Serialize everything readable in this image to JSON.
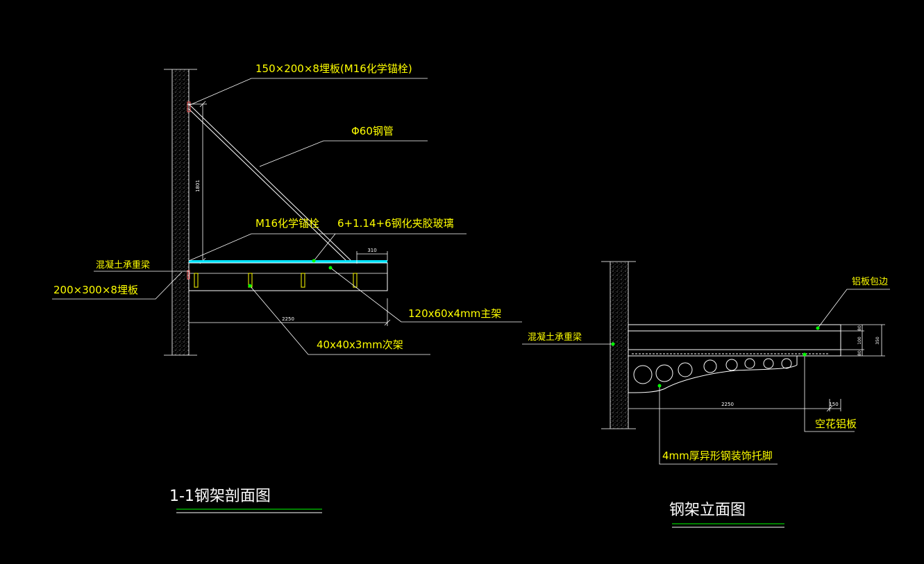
{
  "left_view": {
    "title": "1-1钢架剖面图",
    "labels": {
      "embed_plate_top": "150×200×8埋板(M16化学锚栓)",
      "steel_pipe": "Φ60钢管",
      "chem_anchor": "M16化学锚栓",
      "glass": "6+1.14+6钢化夹胶玻璃",
      "concrete_beam": "混凝土承重梁",
      "embed_plate_bottom": "200×300×8埋板",
      "main_frame": "120x60x4mm主架",
      "secondary_frame": "40x40x3mm次架"
    },
    "dimensions": {
      "height": "1801",
      "overhang": "310",
      "span": "2250"
    }
  },
  "right_view": {
    "title": "钢架立面图",
    "labels": {
      "aluminum_edge": "铝板包边",
      "concrete_beam": "混凝土承重梁",
      "perforated_aluminum": "空花铝板",
      "bracket": "4mm厚异形钢装饰托脚"
    },
    "dimensions": {
      "top": "80",
      "mid": "100",
      "bottom": "80",
      "total": "350",
      "span": "2250",
      "end": "150"
    }
  },
  "colors": {
    "background": "#000000",
    "label": "#ffff00",
    "line": "#ffffff",
    "glass": "#00e5ff",
    "leader_dot": "#00ff00",
    "title_underline": "#00ff00"
  }
}
